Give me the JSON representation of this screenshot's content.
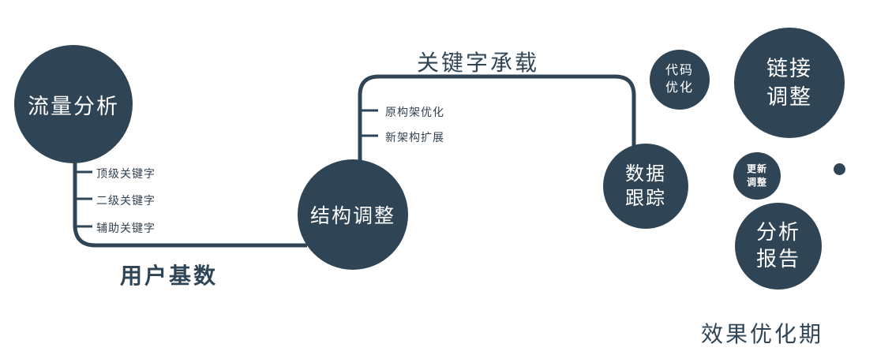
{
  "diagram": {
    "accent_color": "#2f4555",
    "background_color": "#ffffff",
    "nodes": {
      "traffic_analysis": {
        "lines": [
          "流量分析"
        ]
      },
      "structure_adjustment": {
        "lines": [
          "结构调整"
        ]
      },
      "data_tracking": {
        "lines": [
          "数据",
          "跟踪"
        ]
      },
      "code_optimization": {
        "lines": [
          "代码",
          "优化"
        ]
      },
      "link_adjustment": {
        "lines": [
          "链接",
          "调整"
        ]
      },
      "update_adjustment": {
        "lines": [
          "更新",
          "调整"
        ]
      },
      "analysis_report": {
        "lines": [
          "分析",
          "报告"
        ]
      }
    },
    "edge_labels": {
      "keyword_carrying": "关键字承载",
      "user_base": "用户基数",
      "effect_optimization_period": "效果优化期"
    },
    "branch_labels": {
      "traffic_branch": [
        "顶级关键字",
        "二级关键字",
        "辅助关键字"
      ],
      "structure_branch": [
        "原构架优化",
        "新架构扩展"
      ]
    }
  }
}
